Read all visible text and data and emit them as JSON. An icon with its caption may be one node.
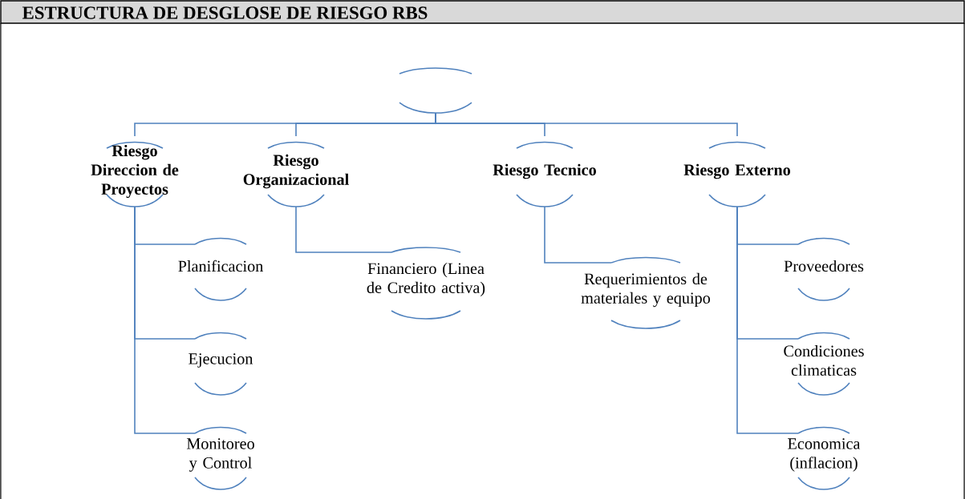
{
  "diagram": {
    "title": "ESTRUCTURA DE DESGLOSE DE RIESGO RBS",
    "nodes": [
      {
        "text": [],
        "shape": "circle"
      },
      {
        "text": [
          "Riesgo Direccion de Proyectos"
        ]
      },
      {
        "text": [
          "Riesgo Organizacional"
        ]
      },
      {
        "text": [
          "Riesgo Tecnico"
        ]
      },
      {
        "text": [
          "Riesgo Externo"
        ]
      },
      {
        "text": [
          "Planificacion"
        ]
      },
      {
        "text": [
          "Ejecucion"
        ]
      },
      {
        "text": [
          "Monitoreo y Control"
        ]
      },
      {
        "text": [
          "Financiero (Linea de Credito activa)"
        ]
      },
      {
        "text": [
          "Requerimientos de materiales y equipo"
        ]
      },
      {
        "text": [
          "Proveedores"
        ]
      },
      {
        "text": [
          "Condiciones climaticas"
        ]
      },
      {
        "text": [
          "Economica (inflacion)"
        ]
      }
    ],
    "edges": [
      {
        "from": 0,
        "to": 1,
        "arrow": "none"
      },
      {
        "from": 0,
        "to": 2,
        "arrow": "none"
      },
      {
        "from": 0,
        "to": 3,
        "arrow": "none"
      },
      {
        "from": 0,
        "to": 4,
        "arrow": "none"
      },
      {
        "from": 1,
        "to": 5,
        "arrow": "none"
      },
      {
        "from": 1,
        "to": 6,
        "arrow": "none"
      },
      {
        "from": 1,
        "to": 7,
        "arrow": "none"
      },
      {
        "from": 2,
        "to": 8,
        "arrow": "none"
      },
      {
        "from": 3,
        "to": 9,
        "arrow": "none"
      },
      {
        "from": 4,
        "to": 10,
        "arrow": "none"
      },
      {
        "from": 4,
        "to": 11,
        "arrow": "none"
      },
      {
        "from": 4,
        "to": 12,
        "arrow": "none"
      }
    ]
  }
}
